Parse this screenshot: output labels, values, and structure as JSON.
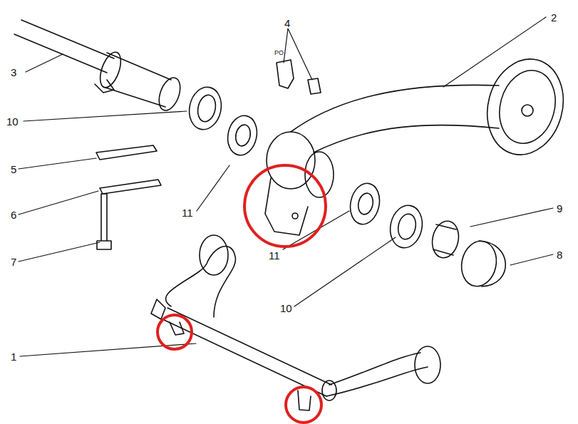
{
  "diagram": {
    "labels": [
      "4",
      "2",
      "3",
      "PO",
      "10",
      "5",
      "6",
      "11",
      "7",
      "9",
      "11",
      "8",
      "10",
      "1"
    ]
  }
}
